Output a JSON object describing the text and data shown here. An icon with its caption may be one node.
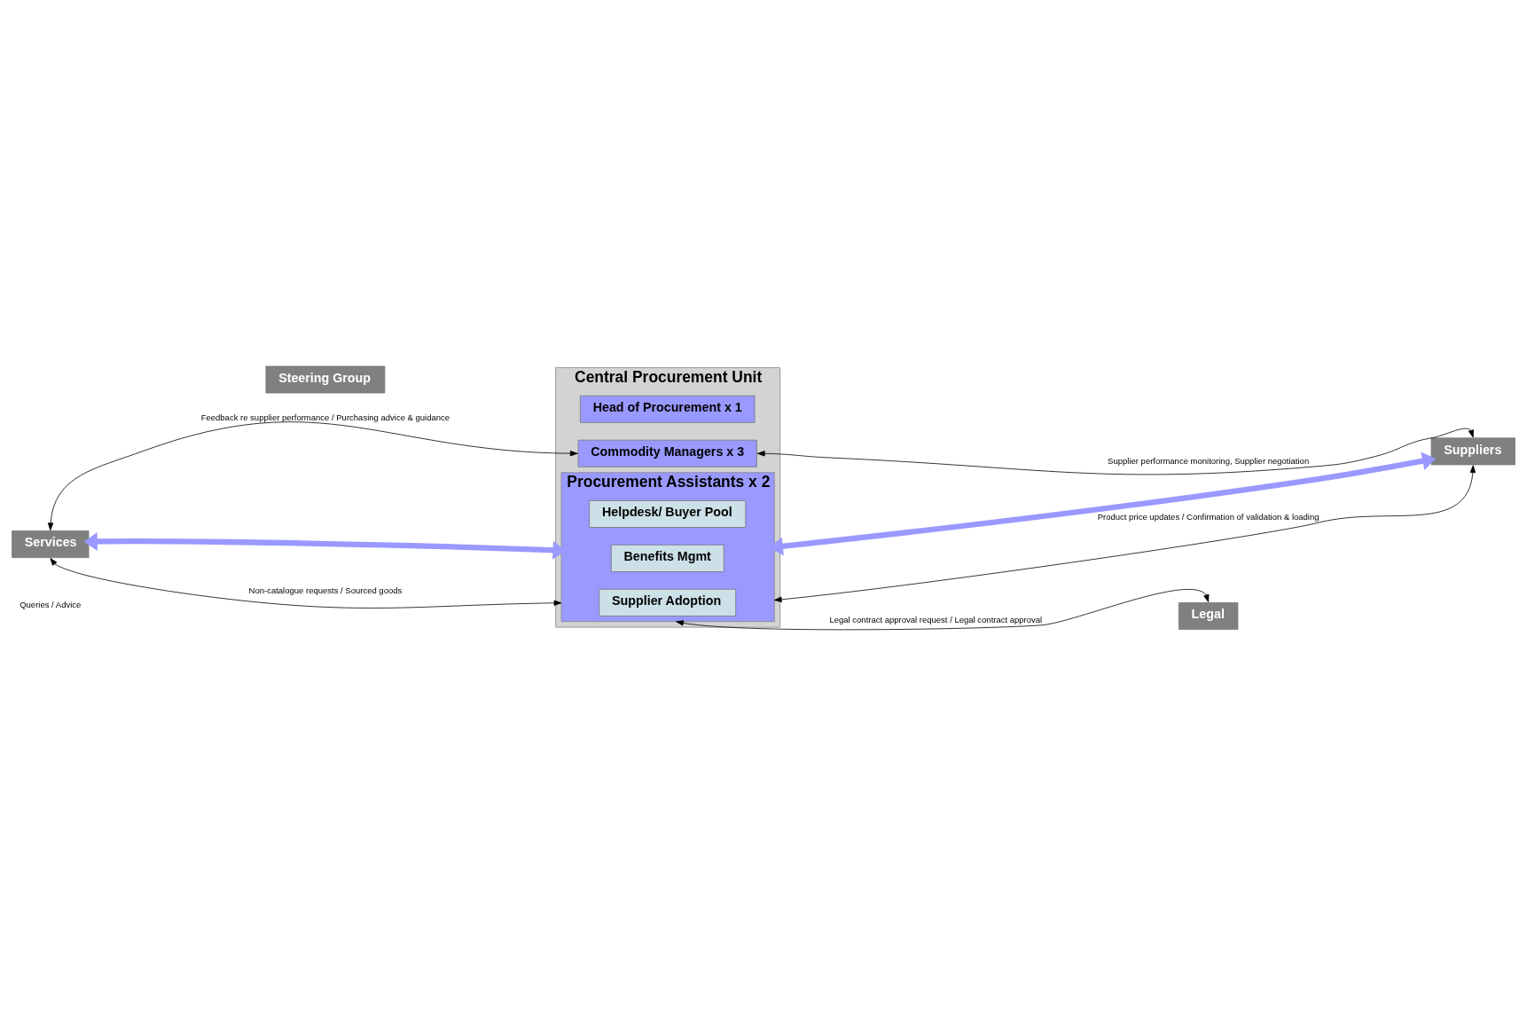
{
  "diagram": {
    "nodes": [
      {
        "text": [
          "Steering Group"
        ]
      },
      {
        "text": [
          "Central Procurement Unit"
        ]
      },
      {
        "text": [
          "Head of Procurement x 1"
        ],
        "in": 1
      },
      {
        "text": [
          "Commodity Managers x 3"
        ],
        "in": 1
      },
      {
        "text": [
          "Procurement Assistants x 2"
        ],
        "in": 1
      },
      {
        "text": [
          "Helpdesk/ Buyer Pool"
        ],
        "in": 4
      },
      {
        "text": [
          "Benefits Mgmt"
        ],
        "in": 4
      },
      {
        "text": [
          "Supplier Adoption"
        ],
        "in": 4
      },
      {
        "text": [
          "Services"
        ]
      },
      {
        "text": [
          "Suppliers"
        ]
      },
      {
        "text": [
          "Legal"
        ]
      }
    ],
    "edges": [
      {
        "from": 3,
        "to": 8,
        "arrow": "both",
        "label": "Feedback re supplier performance / Purchasing advice & guidance"
      },
      {
        "from": 8,
        "to": 4,
        "arrow": "both",
        "style": "thick",
        "color": "#9999ff"
      },
      {
        "from": 8,
        "to": 4,
        "arrow": "both",
        "label": "Non-catalogue requests / Sourced goods"
      },
      {
        "from": 4,
        "to": 9,
        "arrow": "both",
        "style": "thick",
        "color": "#9999ff"
      },
      {
        "from": 3,
        "to": 9,
        "arrow": "both",
        "label": "Supplier performance monitoring, Supplier negotiation"
      },
      {
        "from": 4,
        "to": 9,
        "arrow": "both",
        "label": "Product price updates / Confirmation of validation & loading"
      },
      {
        "from": 4,
        "to": 10,
        "arrow": "both",
        "label": "Legal contract approval request / Legal contract approval"
      }
    ],
    "labels": [
      "Queries / Advice"
    ]
  }
}
